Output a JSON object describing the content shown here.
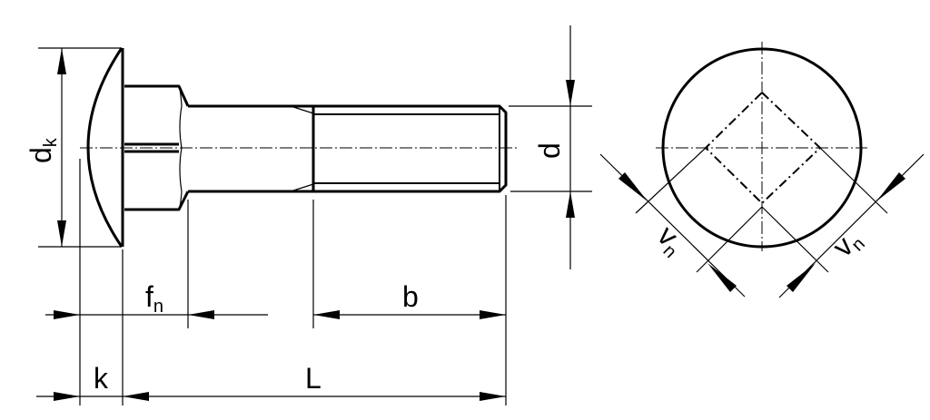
{
  "title": "Carriage bolt dimension drawing",
  "labels": {
    "dk": {
      "main": "d",
      "sub": "k"
    },
    "d": "d",
    "fn": {
      "main": "f",
      "sub": "n"
    },
    "b": "b",
    "k": "k",
    "L": "L",
    "vn_left": {
      "main": "v",
      "sub": "n"
    },
    "vn_right": {
      "main": "v",
      "sub": "n"
    }
  }
}
